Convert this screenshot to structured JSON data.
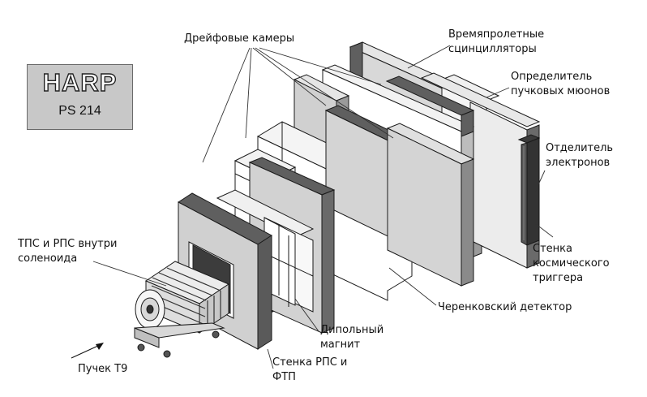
{
  "logo": {
    "title": "HARP",
    "subtitle": "PS 214"
  },
  "labels": {
    "drift_chambers": "Дрейфовые камеры",
    "tof_scint": "Времяпролетные\nсцинцилляторы",
    "beam_muon_id": "Определитель\nпучковых мюонов",
    "electron_id": "Отделитель\nэлектронов",
    "cosmic_wall": "Стенка\nкосмического\nтриггера",
    "cherenkov": "Черенковский детектор",
    "dipole": "Дипольный\nмагнит",
    "rpc_wall": "Стенка РПС и\nФТП",
    "beam": "Пучек Т9",
    "tpc_rpc": "ТПС и РПС внутри\nсоленоида"
  },
  "colors": {
    "slab_dark": "#5f5f5f",
    "slab_mid": "#cfcfcf",
    "slab_light": "#ececec",
    "outline": "#1a1a1a"
  }
}
